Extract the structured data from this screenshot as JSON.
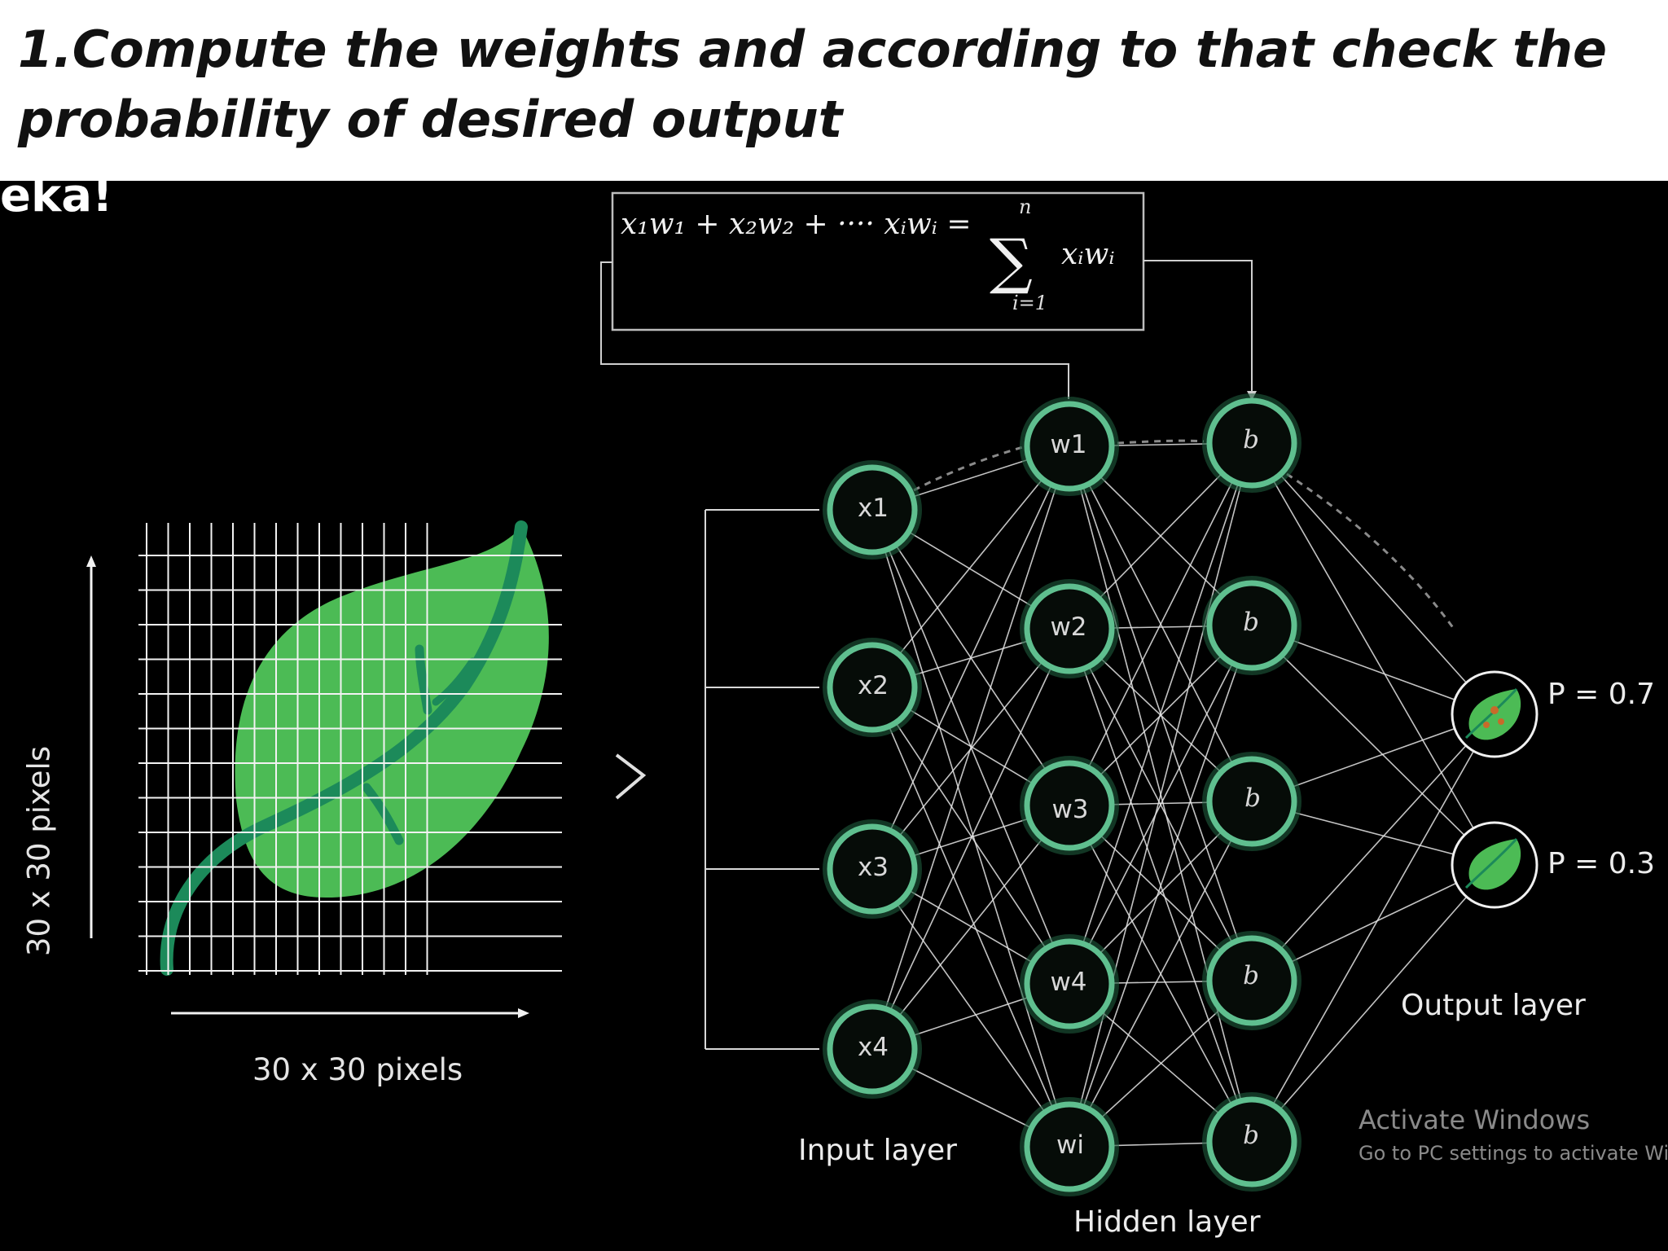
{
  "slide": {
    "title": "1.Compute the weights and according to that check the probability of desired output"
  },
  "diagram": {
    "brand_fragment": "eka!",
    "formula": {
      "lhs": "x₁w₁ + x₂w₂ + ···· xᵢwᵢ =",
      "sigma": "∑",
      "upper": "n",
      "lower": "i=1",
      "term": "xᵢwᵢ"
    },
    "image": {
      "width_label": "30 x 30 pixels",
      "height_label": "30 x 30 pixels"
    },
    "input_nodes": [
      "x1",
      "x2",
      "x3",
      "x4"
    ],
    "hidden_w_nodes": [
      "w1",
      "w2",
      "w3",
      "w4",
      "wi"
    ],
    "hidden_b_nodes": [
      "b",
      "b",
      "b",
      "b",
      "b"
    ],
    "outputs": [
      {
        "probability_label": "P = 0.7",
        "icon": "leaf-diseased-icon"
      },
      {
        "probability_label": "P = 0.3",
        "icon": "leaf-healthy-icon"
      }
    ],
    "layer_labels": {
      "input": "Input layer",
      "hidden": "Hidden layer",
      "output": "Output layer"
    },
    "watermark": {
      "title": "Activate Windows",
      "subtitle": "Go to PC settings to activate Windows."
    },
    "colors": {
      "background": "#000000",
      "node_ring": "#5fbf8f",
      "leaf_fill": "#4cbb55",
      "leaf_vein": "#1c8a5a",
      "edges": "#e6e6e6"
    }
  }
}
